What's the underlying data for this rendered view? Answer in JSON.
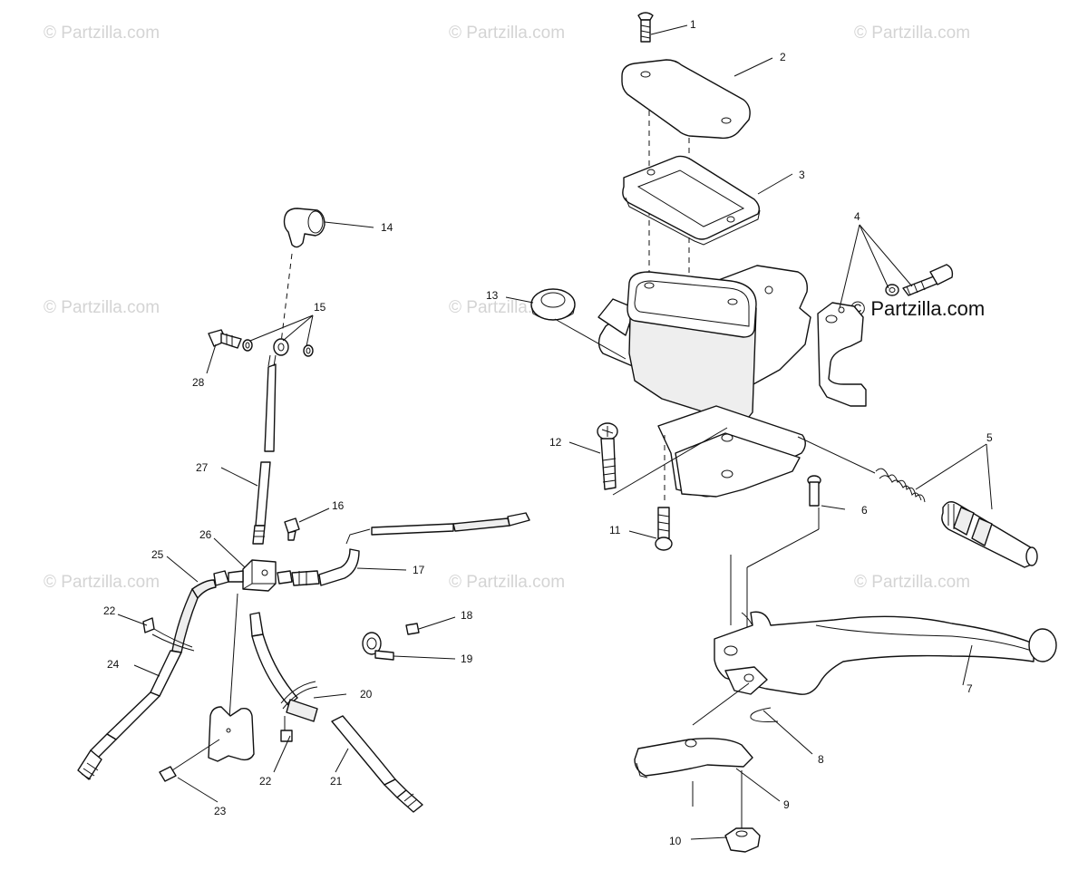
{
  "watermarks": {
    "text": "© Partzilla.com",
    "prominent": "© Partzilla.com"
  },
  "callouts": {
    "c1": "1",
    "c2": "2",
    "c3": "3",
    "c4": "4",
    "c5": "5",
    "c6": "6",
    "c7": "7",
    "c8": "8",
    "c9": "9",
    "c10": "10",
    "c11": "11",
    "c12": "12",
    "c13": "13",
    "c14": "14",
    "c15": "15",
    "c16": "16",
    "c17": "17",
    "c18": "18",
    "c19": "19",
    "c20": "20",
    "c21": "21",
    "c22a": "22",
    "c22b": "22",
    "c23": "23",
    "c24": "24",
    "c25": "25",
    "c26": "26",
    "c27": "27",
    "c28": "28"
  }
}
